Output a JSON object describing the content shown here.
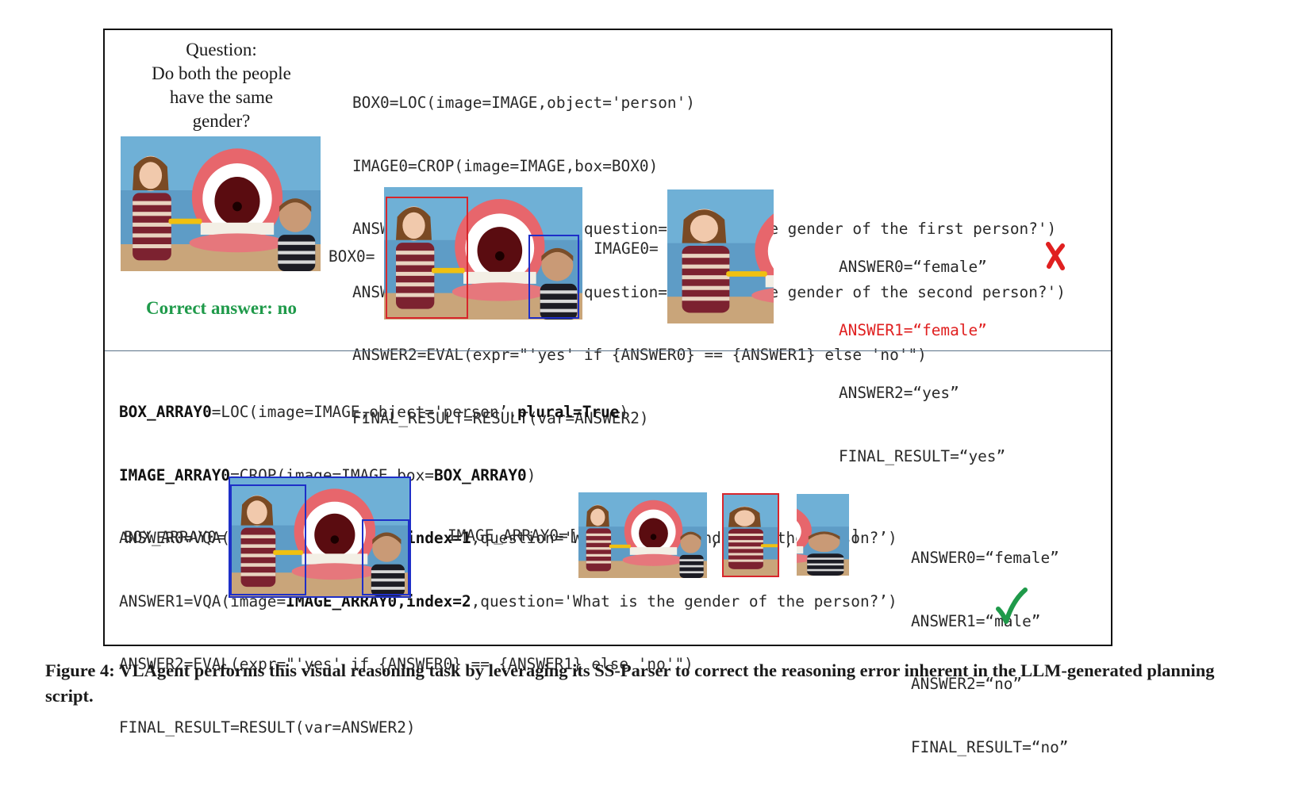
{
  "question": {
    "lines": [
      "Question:",
      "Do both the people",
      "have the same",
      "gender?"
    ]
  },
  "correct_answer": "Correct answer: no",
  "code_top": [
    "BOX0=LOC(image=IMAGE,object='person')",
    "IMAGE0=CROP(image=IMAGE,box=BOX0)",
    "ANSWER0=VQA(image=IMAGE0,question='What is the gender of the first person?')",
    "ANSWER1=VQA(image=IMAGE0,question='What is the gender of the second person?')",
    "ANSWER2=EVAL(expr=\"'yes' if {ANSWER0} == {ANSWER1} else 'no'\")",
    "FINAL_RESULT=RESULT(var=ANSWER2)"
  ],
  "labels": {
    "box0": "BOX0=",
    "image0": "IMAGE0=",
    "box_array0": "BOX_ARRAY0=",
    "image_array0_open": "IMAGE_ARRAY0=[",
    "comma": ",",
    "close_bracket": "]"
  },
  "answers_top": {
    "answer0": "ANSWER0=“female”",
    "answer1": "ANSWER1=“female”",
    "answer2": "ANSWER2=“yes”",
    "final": "FINAL_RESULT=“yes”"
  },
  "code_bottom": {
    "line1": {
      "bold1": "BOX_ARRAY0",
      "mid1": "=LOC(image=IMAGE,object='person’,",
      "bold2": "plural=True",
      "end": ")"
    },
    "line2": {
      "bold1": "IMAGE_ARRAY0",
      "mid1": "=CROP(image=IMAGE,box=",
      "bold2": "BOX_ARRAY0",
      "end": ")"
    },
    "line3": {
      "pre": "ANSWER0=VQA(image=",
      "bold1": "IMAGE_ARRAY0,index=1",
      "end": ",question='What is the gender of the person?’)"
    },
    "line4": {
      "pre": "ANSWER1=VQA(image=",
      "bold1": "IMAGE_ARRAY0,index=2",
      "end": ",question='What is the gender of the person?’)"
    },
    "line5": "ANSWER2=EVAL(expr=\"'yes' if {ANSWER0} == {ANSWER1} else 'no'\")",
    "line6": "FINAL_RESULT=RESULT(var=ANSWER2)"
  },
  "answers_bottom": {
    "answer0": "ANSWER0=“female”",
    "answer1": "ANSWER1=“male”",
    "answer2": "ANSWER2=“no”",
    "final": "FINAL_RESULT=“no”"
  },
  "colors": {
    "error": "#e02020",
    "correct": "#1f9a4a",
    "box_red": "#d8262c",
    "box_blue": "#1e2fc8"
  },
  "icons": {
    "wrong": "cross-icon",
    "right": "check-icon"
  },
  "caption": {
    "figure_label": "Figure 4:",
    "text": "VLAgent performs this visual reasoning task by leveraging its SS-Parser to correct the reasoning error inherent in the LLM-generated planning script."
  }
}
